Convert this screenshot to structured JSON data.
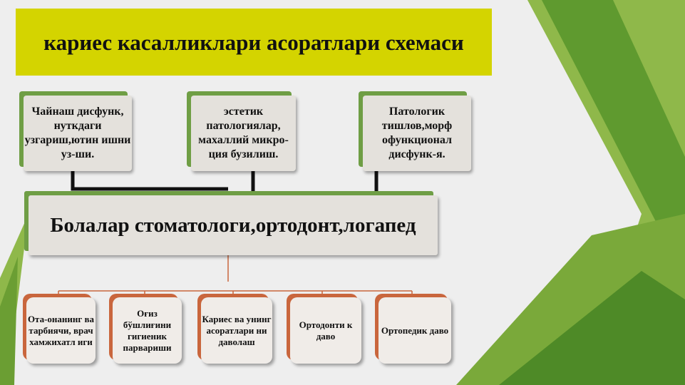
{
  "title": "кариес касалликлари асоратлари схемаси",
  "top_boxes": [
    "Чайнаш дисфунк, нуткдаги узгариш,ютин ишни уз-ши.",
    "эстетик патологиялар, махаллий микро-ция бузилиш.",
    "Патологик тишлов,морф офункционал дисфунк-я."
  ],
  "center_box": "Болалар стоматологи,ортодонт,логапед",
  "bottom_boxes": [
    "Ота-онанинг ва тарбиячи, врач хамжихатл иги",
    "Оғиз бўшлиғини гигиеник парвариши",
    "Кариес ва унинг асоратлари ни даволаш",
    "Ортодонти к даво",
    "Ортопедик даво"
  ],
  "colors": {
    "title_bg": "#d4d400",
    "box_bg": "#e4e1dc",
    "box_accent": "#6f9e45",
    "bottom_accent": "#c9663d",
    "connector": "#c9663d"
  }
}
